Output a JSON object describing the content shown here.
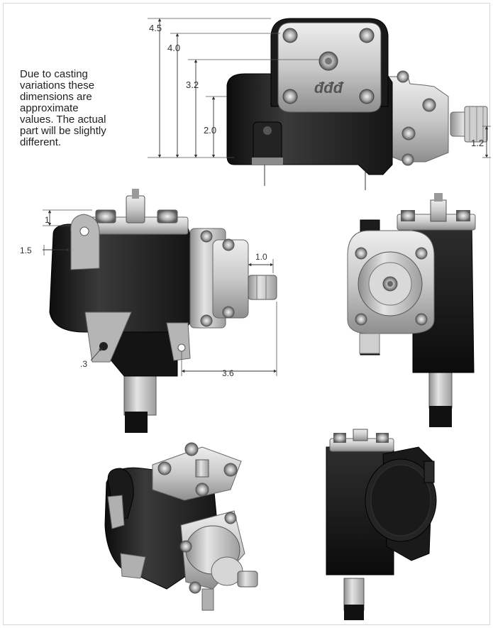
{
  "note": "Due to casting\nvariations these\ndimensions are\napproximate\nvalues. The actual\npart will be slightly\ndifferent.",
  "logo_text": "đđđ",
  "dims": {
    "h45": "4.5",
    "h40": "4.0",
    "h32": "3.2",
    "h20": "2.0",
    "h12": "1.2",
    "d_mount_top": "1",
    "d_mount_side": "1.5",
    "d_shaft_len": "1.0",
    "d_hole": ".3",
    "d_offset": "3.6"
  },
  "colors": {
    "casting": "#1e1e1e",
    "casting_edge": "#3a3a3a",
    "aluminum": "#cfcfcf",
    "aluminum_dark": "#9a9a9a",
    "bracket": "#b9b9b9",
    "dim_line": "#333333"
  }
}
